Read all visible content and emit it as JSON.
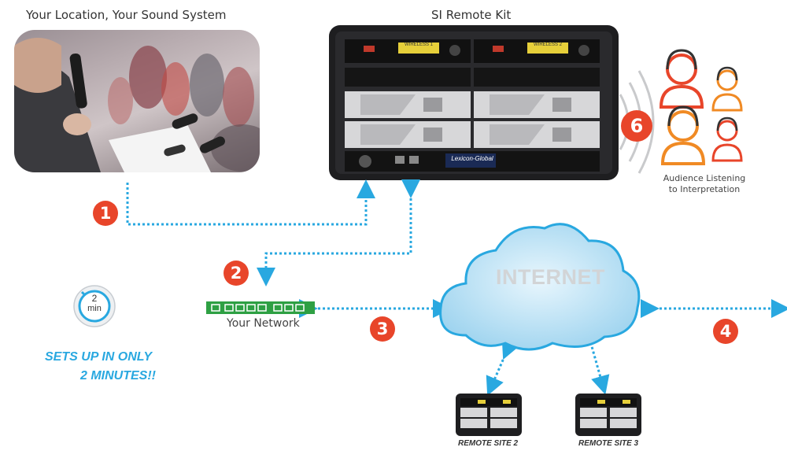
{
  "headings": {
    "location": "Your Location, Your Sound System",
    "kit": "SI Remote Kit"
  },
  "steps": [
    "1",
    "2",
    "3",
    "4",
    "6"
  ],
  "network_label": "Your Network",
  "internet_label": "INTERNET",
  "audience_label": [
    "Audience Listening",
    "to Interpretation"
  ],
  "timer": {
    "number": "2",
    "unit": "min"
  },
  "tagline": [
    "SETS UP IN ONLY",
    "2 MINUTES!!"
  ],
  "remote_sites": [
    "REMOTE SITE 2",
    "REMOTE SITE 3"
  ],
  "kit_brand": "Lexicon-Global",
  "rack_display": [
    "WIRELESS 1",
    "WIRELESS 2"
  ],
  "colors": {
    "accent_red": "#e8452a",
    "line_blue": "#29a8e0",
    "cloud": "#bfe3f5",
    "switch_green": "#2ea043",
    "person_orange": "#f08a24"
  }
}
